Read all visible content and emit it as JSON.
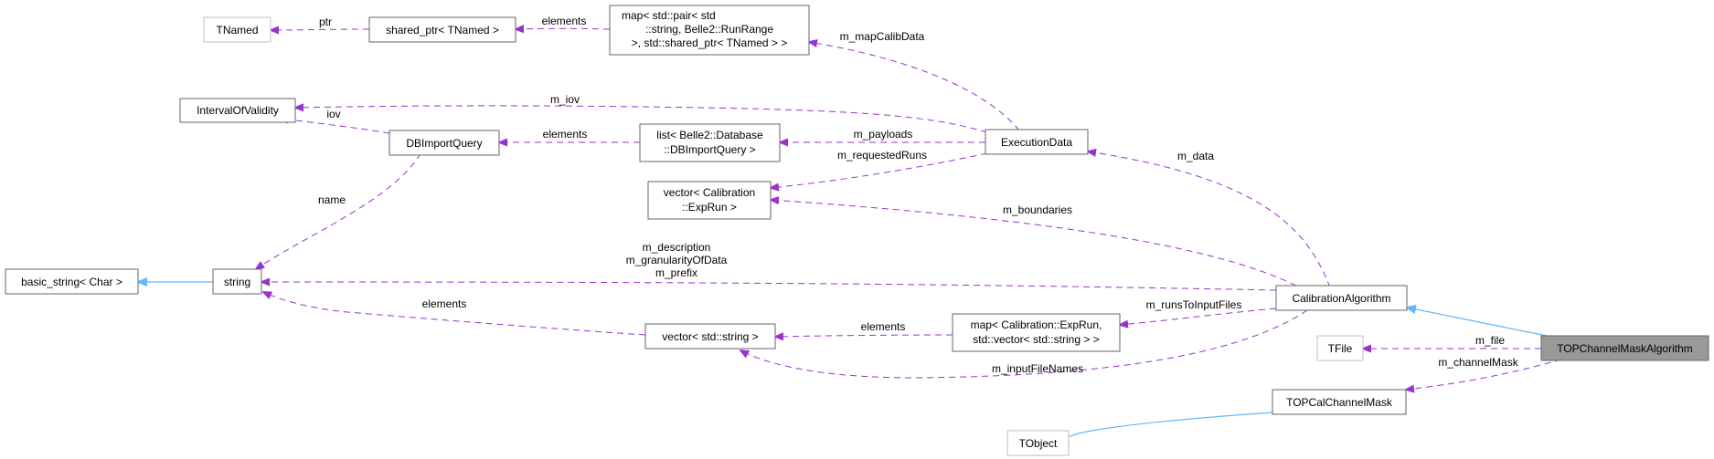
{
  "nodes": {
    "tnamed": "TNamed",
    "shared_ptr": "shared_ptr< TNamed >",
    "map_calib": [
      "map< std::pair< std",
      "::string, Belle2::RunRange",
      " >, std::shared_ptr< TNamed > >"
    ],
    "iov": "IntervalOfValidity",
    "dbimport": "DBImportQuery",
    "list_db": [
      "list< Belle2::Database",
      "::DBImportQuery >"
    ],
    "execdata": "ExecutionData",
    "vector_exprun": [
      "vector< Calibration",
      "::ExpRun >"
    ],
    "basic_string": "basic_string< Char >",
    "string": "string",
    "calibalg": "CalibrationAlgorithm",
    "vector_string": "vector< std::string >",
    "map_exprun": [
      "map< Calibration::ExpRun,",
      "std::vector< std::string > >"
    ],
    "tfile": "TFile",
    "topmask_alg": "TOPChannelMaskAlgorithm",
    "topcal": "TOPCalChannelMask",
    "tobject": "TObject"
  },
  "edges": {
    "ptr": "ptr",
    "elements_shared": "elements",
    "m_mapCalibData": "m_mapCalibData",
    "m_iov": "m_iov",
    "iov": "iov",
    "elements_list": "elements",
    "m_payloads": "m_payloads",
    "m_requestedRuns": "m_requestedRuns",
    "m_data": "m_data",
    "name": "name",
    "m_boundaries": "m_boundaries",
    "m_description": [
      "m_description",
      "m_granularityOfData",
      "m_prefix"
    ],
    "elements_string": "elements",
    "elements_vec": "elements",
    "m_runsToInputFiles": "m_runsToInputFiles",
    "m_inputFileNames": "m_inputFileNames",
    "m_file": "m_file",
    "m_channelMask": "m_channelMask"
  },
  "colors": {
    "usage_edge": "#9a32cd",
    "inheritance_edge": "#63b8ff",
    "focus_node": "#999999"
  }
}
